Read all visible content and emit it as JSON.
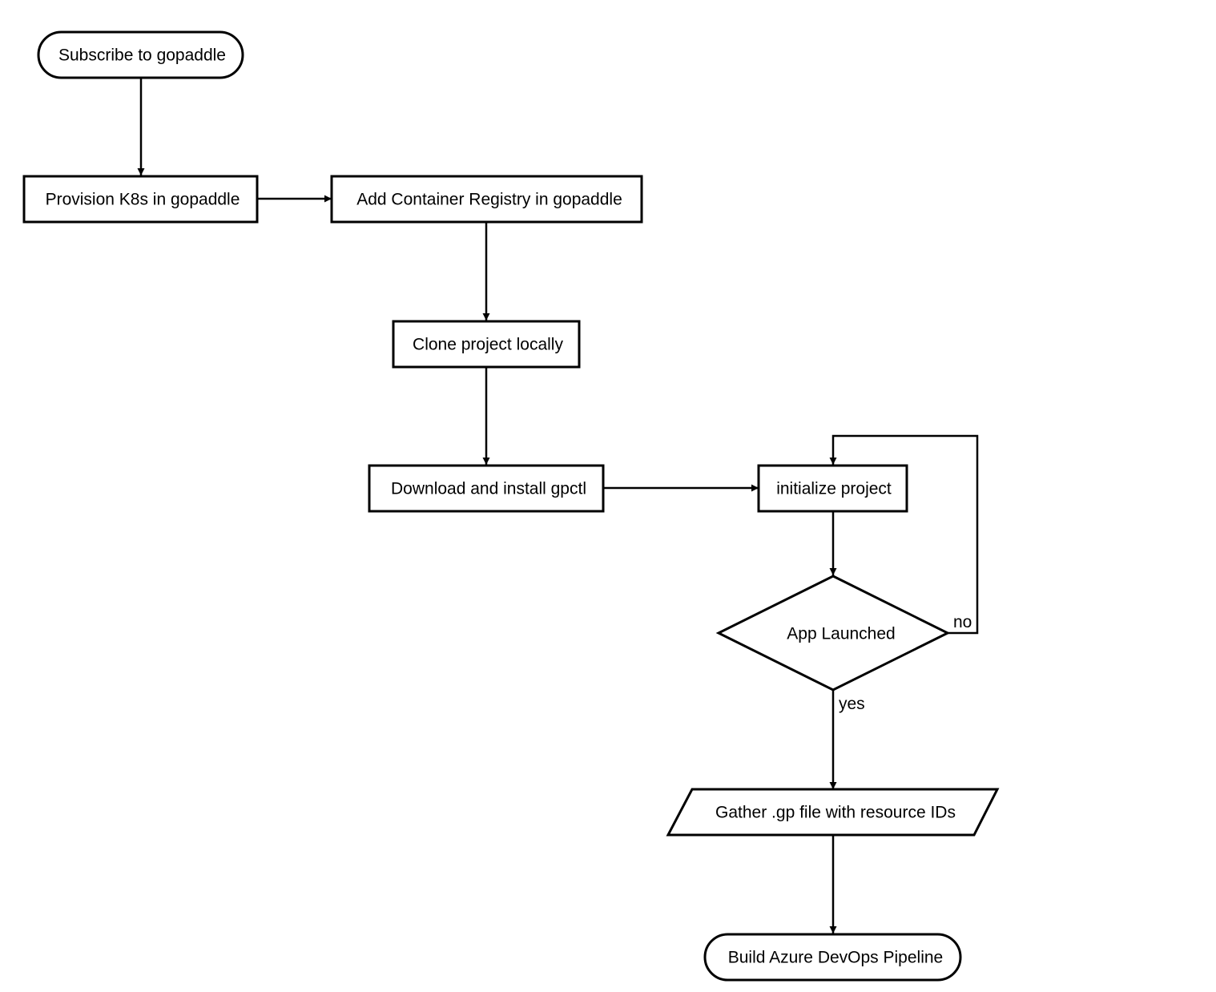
{
  "diagram": {
    "nodes": {
      "subscribe": {
        "label": "Subscribe to gopaddle",
        "shape": "terminal"
      },
      "provision": {
        "label": "Provision K8s in gopaddle",
        "shape": "process"
      },
      "registry": {
        "label": "Add Container Registry in gopaddle",
        "shape": "process"
      },
      "clone": {
        "label": "Clone project locally",
        "shape": "process"
      },
      "download": {
        "label": "Download and install gpctl",
        "shape": "process"
      },
      "initialize": {
        "label": "initialize project",
        "shape": "process"
      },
      "launched": {
        "label": "App Launched",
        "shape": "decision"
      },
      "gather": {
        "label": "Gather .gp file with resource IDs",
        "shape": "data"
      },
      "build": {
        "label": "Build Azure DevOps Pipeline",
        "shape": "terminal"
      }
    },
    "edges": [
      {
        "from": "subscribe",
        "to": "provision"
      },
      {
        "from": "provision",
        "to": "registry"
      },
      {
        "from": "registry",
        "to": "clone"
      },
      {
        "from": "clone",
        "to": "download"
      },
      {
        "from": "download",
        "to": "initialize"
      },
      {
        "from": "initialize",
        "to": "launched"
      },
      {
        "from": "launched",
        "to": "initialize",
        "label": "no"
      },
      {
        "from": "launched",
        "to": "gather",
        "label": "yes"
      },
      {
        "from": "gather",
        "to": "build"
      }
    ],
    "edge_labels": {
      "no": "no",
      "yes": "yes"
    }
  }
}
